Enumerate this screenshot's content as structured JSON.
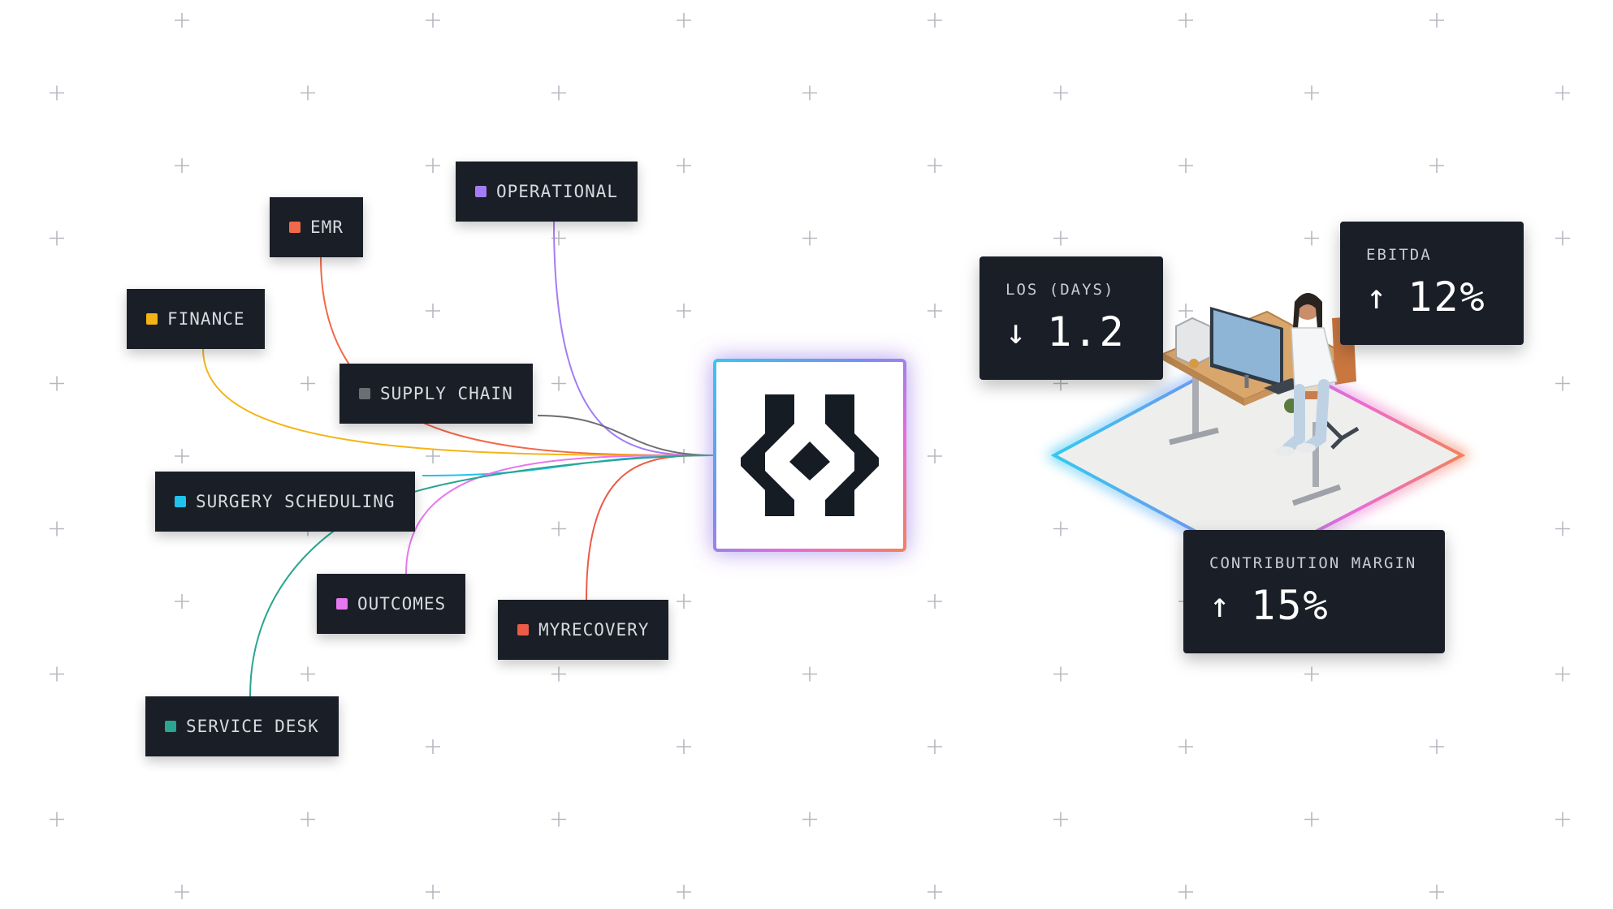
{
  "sources": [
    {
      "id": "operational",
      "label": "OPERATIONAL",
      "color": "#a47cf5"
    },
    {
      "id": "emr",
      "label": "EMR",
      "color": "#f2694a"
    },
    {
      "id": "finance",
      "label": "FINANCE",
      "color": "#f5b416"
    },
    {
      "id": "supply-chain",
      "label": "SUPPLY CHAIN",
      "color": "#6b6e73"
    },
    {
      "id": "surgery-scheduling",
      "label": "SURGERY SCHEDULING",
      "color": "#1fc3ec"
    },
    {
      "id": "outcomes",
      "label": "OUTCOMES",
      "color": "#e777ee"
    },
    {
      "id": "myrecovery",
      "label": "MYRECOVERY",
      "color": "#ec5b48"
    },
    {
      "id": "service-desk",
      "label": "SERVICE DESK",
      "color": "#2aa590"
    }
  ],
  "metrics": {
    "los": {
      "label": "LOS (DAYS)",
      "arrow": "↓",
      "value": "1.2"
    },
    "ebitda": {
      "label": "EBITDA",
      "arrow": "↑",
      "value": "12%"
    },
    "contribution": {
      "label": "CONTRIBUTION MARGIN",
      "arrow": "↑",
      "value": "15%"
    }
  },
  "colors": {
    "card_bg": "#1a1f27",
    "link": "#d96ae0",
    "grid_mark": "#b5b9bf",
    "platform_floor": "#eeeeec"
  },
  "icons": [
    "plus-grid-icon",
    "hub-logo-icon",
    "clinician-at-desk-illustration"
  ]
}
